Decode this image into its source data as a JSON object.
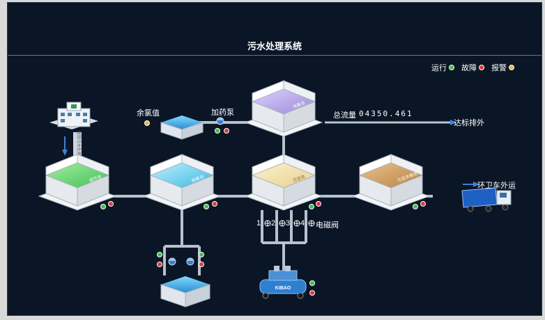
{
  "title": "污水处理系统",
  "legend": {
    "running": "运行",
    "fault": "故障",
    "alarm": "报警"
  },
  "labels": {
    "residual_chlorine": "余氯值",
    "dosing_pump": "加药泵",
    "total_flow_label": "总流量",
    "total_flow_value": "04350.461",
    "discharge": "达标排外",
    "truck_transport": "环卫车外运",
    "valve1": "1",
    "valve2": "2",
    "valve3": "3",
    "valve4": "4",
    "solenoid_valve": "电磁阀"
  },
  "tanks": [
    {
      "name": "调节池"
    },
    {
      "name": "缺氧池"
    },
    {
      "name": "沉淀池"
    },
    {
      "name": "消毒池"
    },
    {
      "name": "污泥浓缩池"
    }
  ],
  "pipe_label": "医院污水处理排放",
  "compressor_label": "KIBAO",
  "colors": {
    "running": "#3fbf4a",
    "fault": "#e03a3a",
    "alarm": "#e6b93a",
    "background": "#0a1526",
    "pipe": "#b8c2cc"
  }
}
